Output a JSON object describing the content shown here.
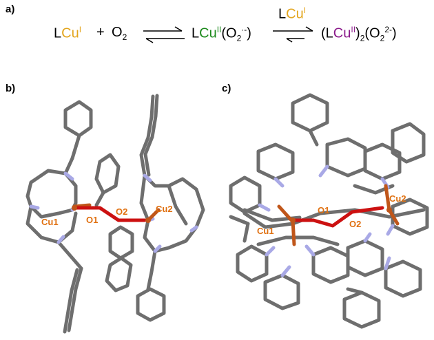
{
  "panels": {
    "a": "a)",
    "b": "b)",
    "c": "c)"
  },
  "equation": {
    "reactant_L": "L",
    "reactant_Cu": "Cu",
    "reactant_ox": "I",
    "plus": "+",
    "o2_O": "O",
    "o2_sub": "2",
    "mid_L": "L",
    "mid_Cu": "Cu",
    "mid_ox": "II",
    "mid_paren_open": "(O",
    "mid_sub": "2",
    "mid_sup": "·-",
    "mid_paren_close": ")",
    "over_L": "L",
    "over_Cu": "Cu",
    "over_ox": "I",
    "prod_open": "(L",
    "prod_Cu": "Cu",
    "prod_ox": "II",
    "prod_close1": ")",
    "prod_sub1": "2",
    "prod_O": "(O",
    "prod_sub2": "2",
    "prod_sup2": "2-",
    "prod_close2": ")"
  },
  "labels_b": {
    "cu1": "Cu1",
    "cu2": "Cu2",
    "o1": "O1",
    "o2": "O2"
  },
  "labels_c": {
    "cu1": "Cu1",
    "cu2": "Cu2",
    "o1": "O1",
    "o2": "O2"
  },
  "colors": {
    "carbon": "#6e6e6e",
    "nitrogen": "#a9a9e6",
    "copper": "#c0561a",
    "oxygen": "#cc1111",
    "label": "#e07010"
  }
}
